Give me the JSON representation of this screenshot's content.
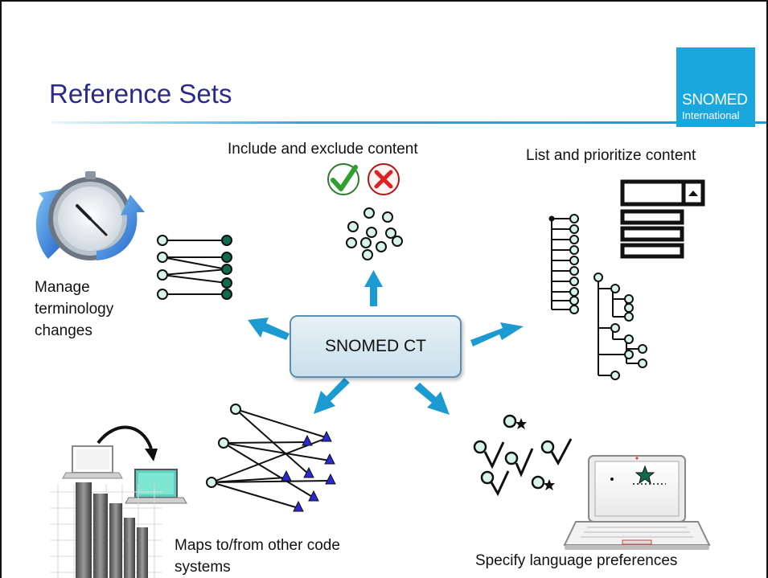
{
  "slide": {
    "title": "Reference Sets",
    "logo": {
      "main": "SNOMED",
      "sub": "International"
    },
    "center_label": "SNOMED CT",
    "captions": {
      "include_exclude": "Include and exclude content",
      "list_prioritize": "List and prioritize content",
      "manage_line1": "Manage",
      "manage_line2": "terminology",
      "manage_line3": "changes",
      "maps_line1": "Maps to/from other code",
      "maps_line2": "systems",
      "language": "Specify language preferences"
    }
  },
  "colors": {
    "title": "#2b2a8c",
    "accent_blue": "#1b9bd1",
    "logo_bg": "#1aa7dd",
    "node_fill_light": "#d7f3ea",
    "node_fill_dark": "#0e6b4f",
    "triangle_blue": "#2a2ad0",
    "check_green": "#2ea02e",
    "cross_red": "#d22"
  },
  "icons": [
    "clock-refresh-icon",
    "check-icon",
    "cross-icon",
    "laptop-icon",
    "bar-chart-icon",
    "dropdown-list-icon",
    "star-icon"
  ]
}
